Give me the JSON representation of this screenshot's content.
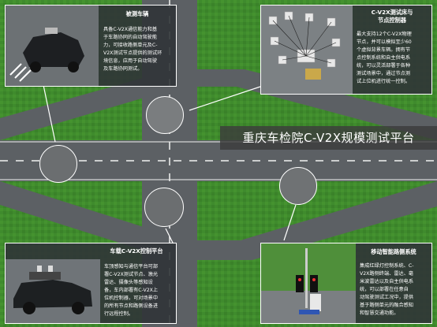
{
  "main_title": "重庆车检院C-V2X规模测试平台",
  "tested_vehicle": {
    "title": "被测车辆",
    "lines": [
      "具备C-V2X通信能力和基",
      "于车路协同的自动驾驶能",
      "力，可接收路侧单元及C-",
      "V2X测试节点提供的测试环",
      "境信息，应用于自动驾驶",
      "及车路协同测试。"
    ]
  },
  "emulator": {
    "title": "C-V2X测试床与",
    "title2": "节点控制器",
    "lines": [
      "最大支持12个C-V2X物理",
      "节点，并可以模拟至少60",
      "个虚拟背景车辆。拥有节",
      "点控制系统和自主供电系",
      "统，可以灵活部署于各种",
      "测试场景中，通过节点测",
      "试上位机进行统一控制。"
    ]
  },
  "onboard": {
    "title": "车载C-V2X控制平台",
    "lines": [
      "车顶感知与通信平台可部",
      "署C-V2X测试节点、激光",
      "雷达、摄像头等感知设",
      "备，车内部署有C-V2X上",
      "位机控制器，可对场景中",
      "的所有节点和路侧设备进",
      "行远程控制。"
    ]
  },
  "roadside": {
    "title": "移动智能路侧系统",
    "lines": [
      "集成红绿灯控制系统、C-",
      "V2X路侧终端、雷达、毫",
      "米波雷达以及自主供电系",
      "统，可以部署在任意自",
      "动驾驶测试工况中，提供",
      "基于路侧单元的融合感知",
      "和智慧交通功能。"
    ]
  }
}
